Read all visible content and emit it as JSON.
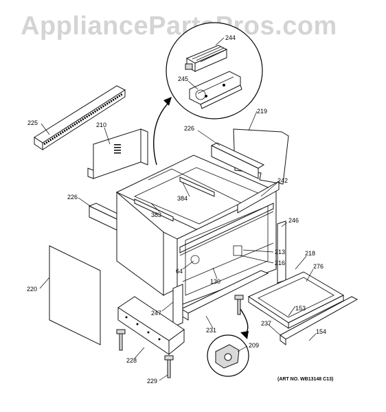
{
  "watermark": "AppliancePartsPros.com",
  "art_number": "(ART NO. WB13148 C13)",
  "callouts": {
    "p244": "244",
    "p245": "245",
    "p225": "225",
    "p210": "210",
    "p219": "219",
    "p226a": "226",
    "p226b": "226",
    "p242": "242",
    "p384": "384",
    "p383": "383",
    "p246": "246",
    "p213": "213",
    "p216": "216",
    "p218": "218",
    "p276": "276",
    "p220": "220",
    "p64": "64",
    "p130": "130",
    "p247": "247",
    "p153": "153",
    "p237": "237",
    "p154": "154",
    "p231": "231",
    "p209": "209",
    "p228": "228",
    "p229": "229"
  }
}
